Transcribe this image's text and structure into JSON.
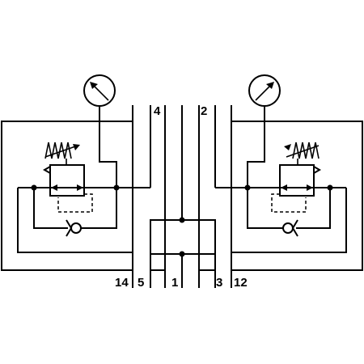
{
  "diagram": {
    "ports_top": [
      {
        "id": "p4",
        "label": "4"
      },
      {
        "id": "p2",
        "label": "2"
      }
    ],
    "ports_bottom": [
      {
        "id": "p14",
        "label": "14"
      },
      {
        "id": "p5",
        "label": "5"
      },
      {
        "id": "p1",
        "label": "1"
      },
      {
        "id": "p3",
        "label": "3"
      },
      {
        "id": "p12",
        "label": "12"
      }
    ],
    "components": {
      "left_gauge": "pressure-gauge-icon",
      "right_gauge": "pressure-gauge-icon",
      "left_regulator": "pressure-regulator-icon",
      "right_regulator": "pressure-regulator-icon",
      "left_check_valve": "check-valve-icon",
      "right_check_valve": "check-valve-icon"
    },
    "stroke_color": "#000000",
    "background_color": "#ffffff"
  }
}
